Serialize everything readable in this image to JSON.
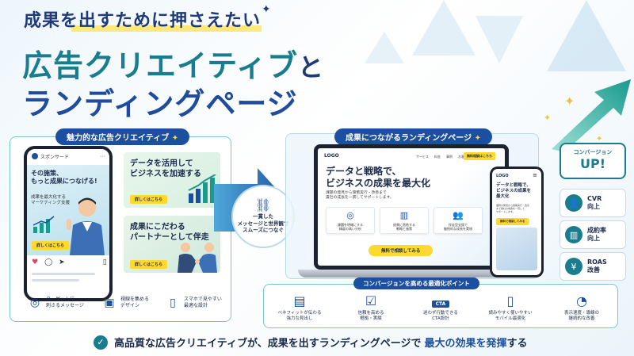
{
  "headline": {
    "kicker": "成果を出すために押さえたい",
    "title_line1": "広告クリエイティブ",
    "title_and": "と",
    "title_line2": "ランディングページ"
  },
  "left_section": {
    "pill": "魅力的な広告クリエイティブ",
    "phone": {
      "account": "スポンサード",
      "headline": "その施策、\nもっと成果につなげる!",
      "sub": "成果を最大化する\nマーケティング支援",
      "cta": "詳しくはこちら"
    },
    "banner1": {
      "headline": "データを活用して\nビジネスを加速する",
      "cta": "詳しくはこちら"
    },
    "banner2": {
      "headline": "成果にこだわる\nパートナーとして伴走",
      "cta": "詳しくはこちら"
    },
    "features": [
      {
        "icon": "target-icon",
        "label": "ターゲットに\n刺さるメッセージ"
      },
      {
        "icon": "image-icon",
        "label": "視線を集める\nデザイン"
      },
      {
        "icon": "smartphone-icon",
        "label": "スマホで見やすい\n最適な設計"
      }
    ]
  },
  "connector": {
    "text": "一貫した\nメッセージと世界観で\nスムーズにつなぐ"
  },
  "right_section": {
    "pill": "成果につながるランディングページ",
    "laptop": {
      "logo": "LOGO",
      "nav": [
        "サービス",
        "料金",
        "事例",
        "お客"
      ],
      "nav_cta": "無料相談はこちら",
      "headline": "データと戦略で、\nビジネスの成果を最大化",
      "sub": "課題の発見から施策実行・改善まで\n貴社の成長を一貫してサポートします。",
      "cards": [
        {
          "icon": "target-icon",
          "label": "課題を明確にする\n精度の高い分析"
        },
        {
          "icon": "chart-icon",
          "label": "成果に直結する\n戦略と施策"
        },
        {
          "icon": "team-icon",
          "label": "伴走型支援で\n継続的な成長を実現"
        }
      ],
      "cta": "無料で相談してみる"
    },
    "mobile": {
      "logo": "LOGO",
      "headline": "データと戦略で、\nビジネスの成果を\n最大化",
      "sub": "課題の発見から施策実行・改善\nまで貴社の成長を一貫して\nサポートします。",
      "cta": "無料で相談してみる"
    }
  },
  "metrics": {
    "badge_small": "コンバージョン",
    "badge_big": "UP!",
    "items": [
      {
        "icon": "user-icon",
        "label": "CVR\n向上"
      },
      {
        "icon": "bar-chart-icon",
        "label": "成約率\n向上"
      },
      {
        "icon": "yen-icon",
        "label": "ROAS\n改善"
      }
    ]
  },
  "optimization": {
    "pill": "コンバージョンを高める最適化ポイント",
    "items": [
      {
        "icon": "document-icon",
        "label": "ベネフィットが伝わる\n強力な見出し"
      },
      {
        "icon": "checklist-icon",
        "label": "信頼を高める\n根拠・実績"
      },
      {
        "icon": "cta-icon",
        "icon_text": "CTA",
        "label": "迷わず行動できる\nCTA設計"
      },
      {
        "icon": "smartphone-icon",
        "label": "読みやすく使いやすい\nモバイル最適化"
      },
      {
        "icon": "gauge-icon",
        "label": "表示速度・導線の\n継続的な改善"
      }
    ]
  },
  "footer": {
    "text_pre": "高品質な広告クリエイティブが、成果を出すランディングページで",
    "text_highlight": "最大の効果を発揮",
    "text_post": "する"
  }
}
